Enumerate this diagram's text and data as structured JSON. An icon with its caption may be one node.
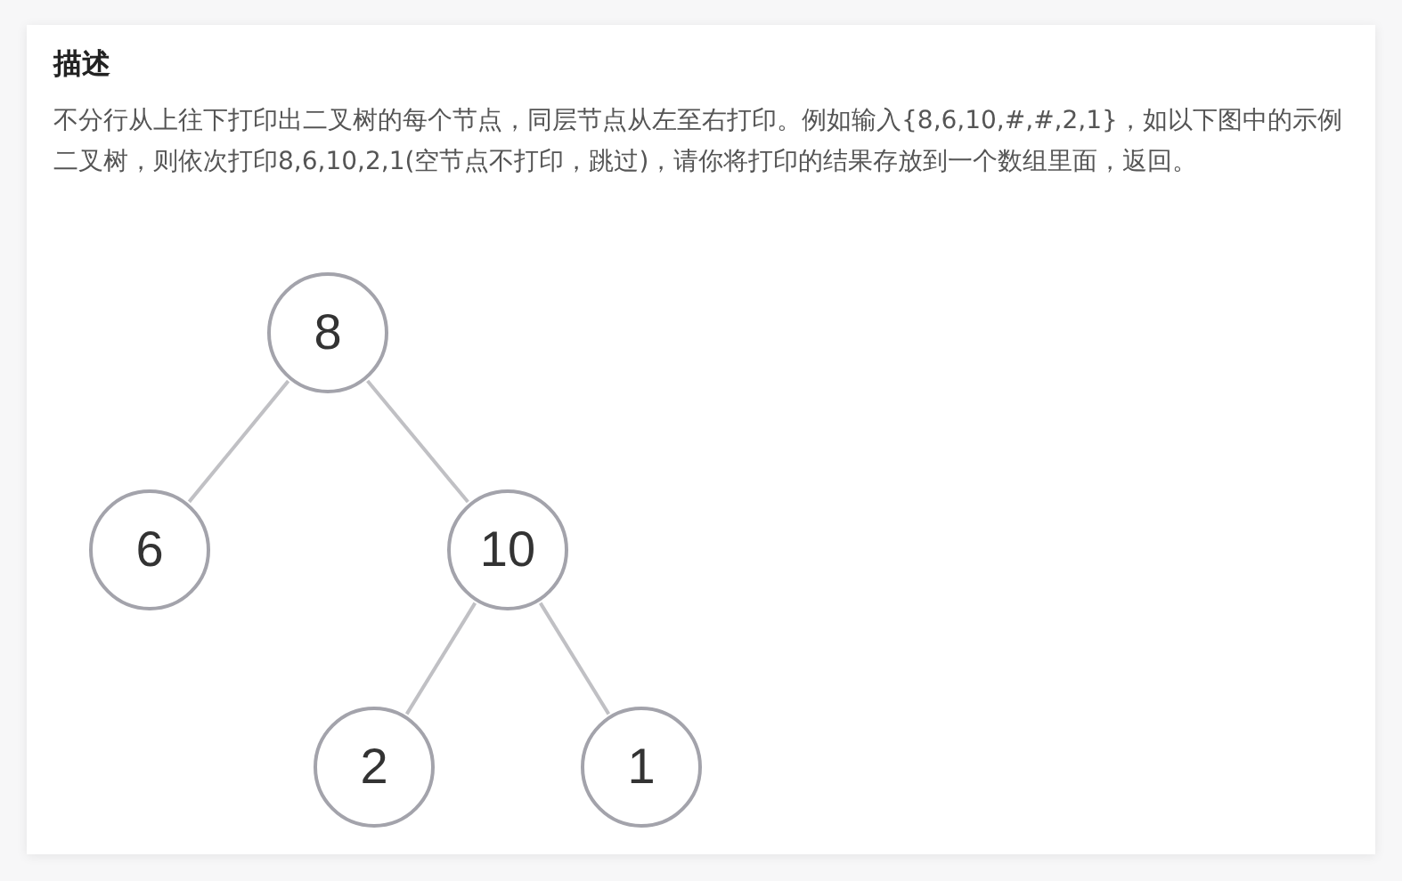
{
  "diagram": {
    "title": "描述",
    "nodes": [
      {
        "text": [
          "8"
        ]
      },
      {
        "text": [
          "6"
        ]
      },
      {
        "text": [
          "10"
        ]
      },
      {
        "text": [
          "2"
        ]
      },
      {
        "text": [
          "1"
        ]
      }
    ],
    "edges": [
      {
        "from": 0,
        "to": 1,
        "arrow": "none"
      },
      {
        "from": 0,
        "to": 2,
        "arrow": "none"
      },
      {
        "from": 2,
        "to": 3,
        "arrow": "none"
      },
      {
        "from": 2,
        "to": 4,
        "arrow": "none"
      }
    ],
    "labels": [
      "不分行从上往下打印出二叉树的每个节点，同层节点从左至右打印。例如输入{8,6,10,#,#,2,1}，如以下图中的示例二叉树，则依次打印8,6,10,2,1(空节点不打印，跳过)，请你将打印的结果存放到一个数组里面，返回。"
    ]
  }
}
